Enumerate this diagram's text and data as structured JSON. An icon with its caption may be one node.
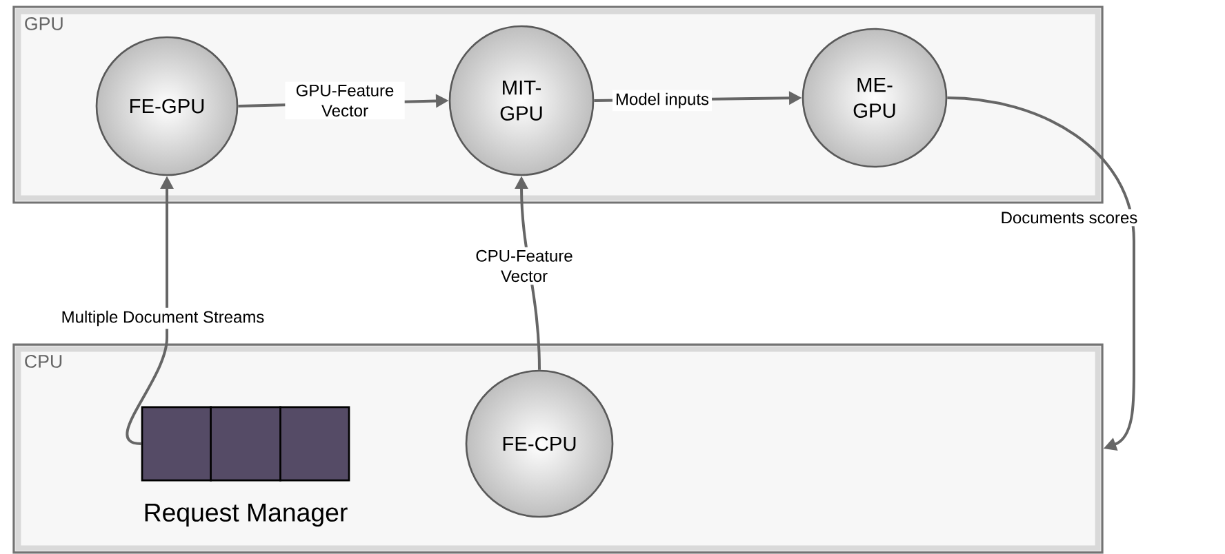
{
  "diagram": {
    "nodes": [
      {
        "text": [
          "GPU"
        ]
      },
      {
        "text": [
          "FE-GPU"
        ],
        "in": 0
      },
      {
        "text": [
          "MIT-GPU"
        ],
        "in": 0
      },
      {
        "text": [
          "ME-GPU"
        ],
        "in": 0
      },
      {
        "text": [
          "CPU"
        ]
      },
      {
        "text": [
          "Request Manager"
        ],
        "in": 4
      },
      {
        "text": [
          "FE-CPU"
        ],
        "in": 4
      }
    ],
    "edges": [
      {
        "from": 5,
        "to": 1,
        "arrow": "to",
        "label": "Multiple Document Streams"
      },
      {
        "from": 1,
        "to": 2,
        "arrow": "to",
        "label": "GPU-Feature Vector"
      },
      {
        "from": 2,
        "to": 3,
        "arrow": "to",
        "label": "Model inputs"
      },
      {
        "from": 6,
        "to": 2,
        "arrow": "to",
        "label": "CPU-Feature Vector"
      },
      {
        "from": 3,
        "to": 4,
        "arrow": "to",
        "label": "Documents scores"
      }
    ]
  }
}
